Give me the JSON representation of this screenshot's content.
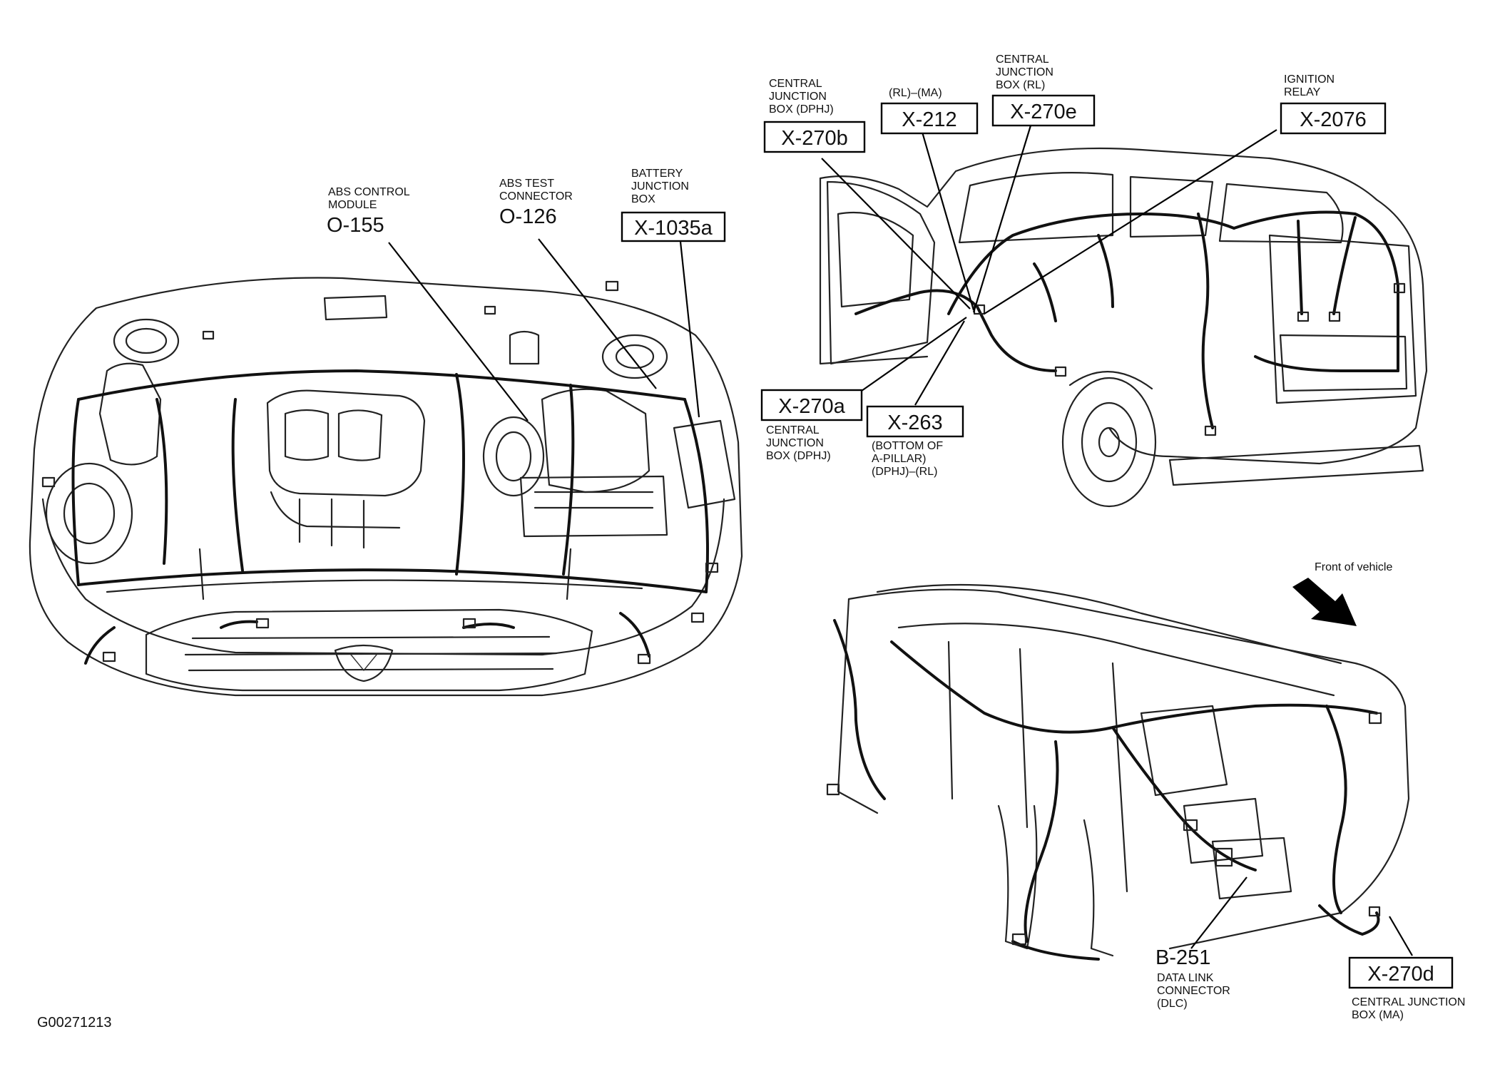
{
  "figure_id": "G00271213",
  "front_of_vehicle": "Front of vehicle",
  "callouts": {
    "o155": {
      "desc": [
        "ABS CONTROL",
        "MODULE"
      ],
      "code": "O-155"
    },
    "o126": {
      "desc": [
        "ABS TEST",
        "CONNECTOR"
      ],
      "code": "O-126"
    },
    "x1035a": {
      "desc": [
        "BATTERY",
        "JUNCTION",
        "BOX"
      ],
      "code": "X-1035a"
    },
    "x270b": {
      "desc": [
        "CENTRAL",
        "JUNCTION",
        "BOX (DPHJ)"
      ],
      "code": "X-270b"
    },
    "x212": {
      "desc": [
        "(RL)–(MA)"
      ],
      "code": "X-212"
    },
    "x270e": {
      "desc": [
        "CENTRAL",
        "JUNCTION",
        "BOX (RL)"
      ],
      "code": "X-270e"
    },
    "x2076": {
      "desc": [
        "IGNITION",
        "RELAY"
      ],
      "code": "X-2076"
    },
    "x270a": {
      "desc": [
        "CENTRAL",
        "JUNCTION",
        "BOX (DPHJ)"
      ],
      "code": "X-270a"
    },
    "x263": {
      "desc": [
        "(BOTTOM OF",
        "A-PILLAR)",
        "(DPHJ)–(RL)"
      ],
      "code": "X-263"
    },
    "b251": {
      "desc": [
        "DATA LINK",
        "CONNECTOR",
        "(DLC)"
      ],
      "code": "B-251"
    },
    "x270d": {
      "desc": [
        "CENTRAL JUNCTION",
        "BOX (MA)"
      ],
      "code": "X-270d"
    }
  }
}
